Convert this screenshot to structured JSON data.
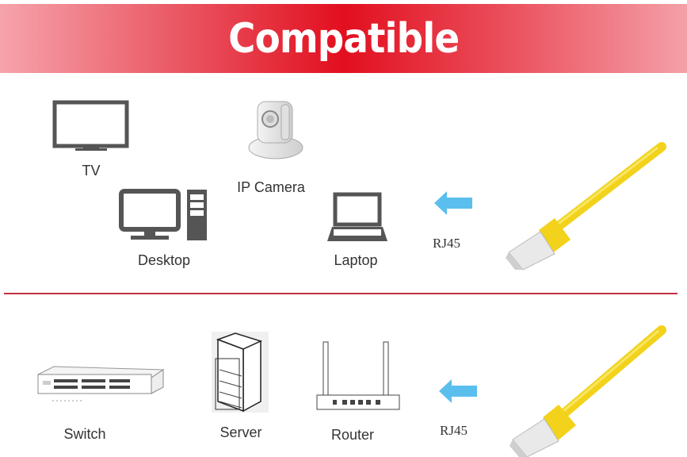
{
  "banner": {
    "title": "Compatible",
    "gradient_center": "#e20f1f",
    "gradient_edge": "#f6a3ab"
  },
  "top_section": {
    "devices": [
      {
        "label": "TV",
        "icon": "tv-icon"
      },
      {
        "label": "IP Camera",
        "icon": "ip-camera-icon"
      },
      {
        "label": "Desktop",
        "icon": "desktop-icon"
      },
      {
        "label": "Laptop",
        "icon": "laptop-icon"
      }
    ],
    "connector_label": "RJ45",
    "arrow_color": "#5bbfee",
    "cable_color": "#f2d21b"
  },
  "bottom_section": {
    "devices": [
      {
        "label": "Switch",
        "icon": "switch-icon"
      },
      {
        "label": "Server",
        "icon": "server-icon"
      },
      {
        "label": "Router",
        "icon": "router-icon"
      }
    ],
    "connector_label": "RJ45",
    "arrow_color": "#5bbfee",
    "cable_color": "#f2d21b"
  },
  "divider_color": "#c1313f"
}
